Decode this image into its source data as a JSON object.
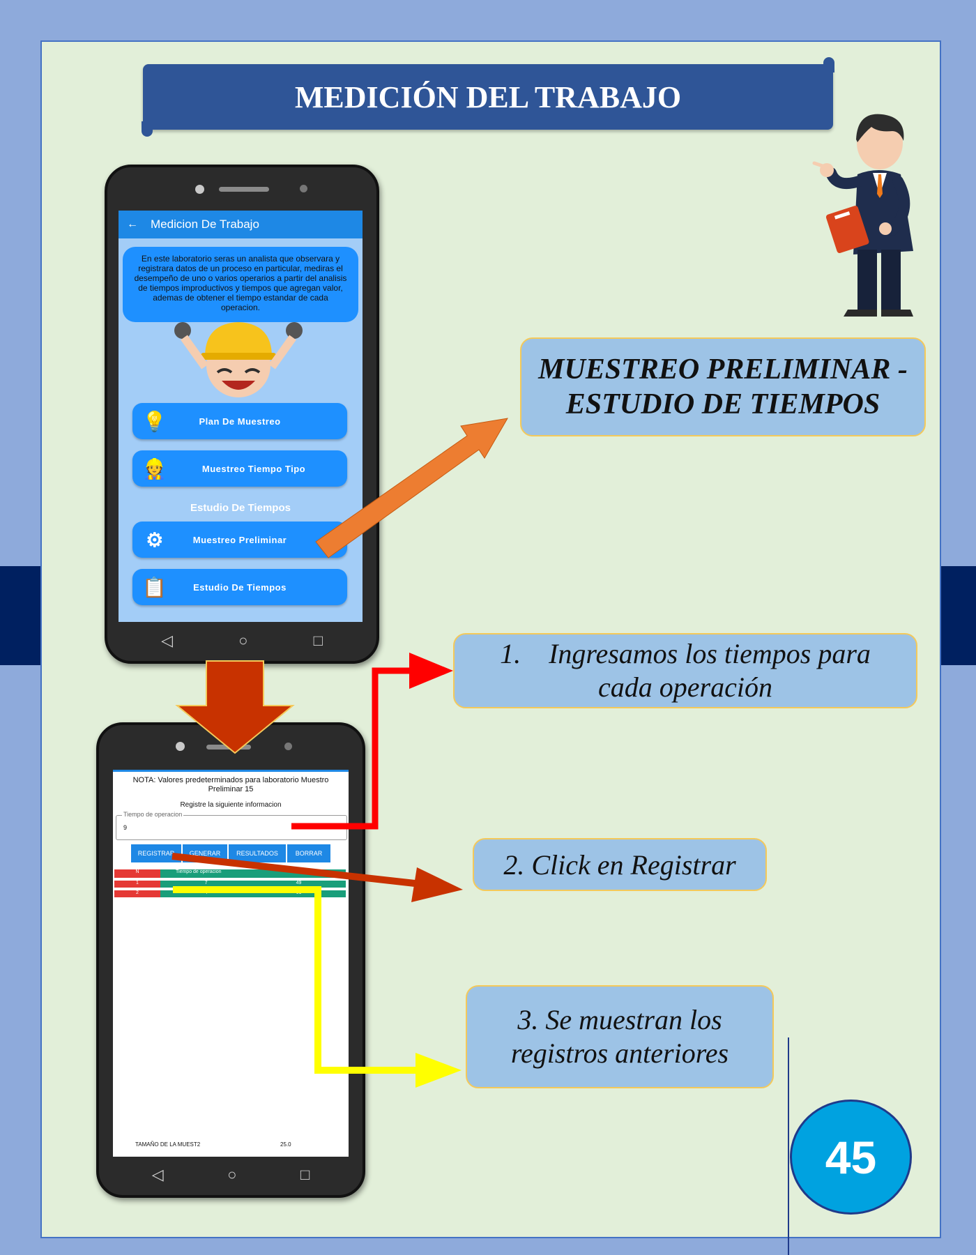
{
  "page": {
    "title": "MEDICIÓN DEL TRABAJO",
    "page_number": "45",
    "colors": {
      "background": "#8eaadb",
      "panel": "#e2efd9",
      "banner": "#2f5597",
      "callout": "#9dc3e6",
      "callout_border": "#f4c95a"
    }
  },
  "callouts": {
    "heading_line1": "MUESTREO PRELIMINAR -",
    "heading_line2": "ESTUDIO DE TIEMPOS",
    "step1_line1": "1.    Ingresamos los tiempos para",
    "step1_line2": "cada operación",
    "step2": "2. Click en Registrar",
    "step3_line1": "3. Se muestran los",
    "step3_line2": "registros anteriores"
  },
  "phone1": {
    "app_bar_back": "←",
    "app_bar_title": "Medicion De Trabajo",
    "intro_text": "En este laboratorio seras un analista que observara y registrara datos de un proceso en particular, mediras el desempeño de uno o varios operarios a partir del analisis de tiempos improductivos y tiempos que agregan valor, ademas de obtener el tiempo estandar de cada operacion.",
    "buttons": [
      {
        "label": "Plan De Muestreo",
        "icon": "lightbulb-chart-icon"
      },
      {
        "label": "Muestreo Tiempo Tipo",
        "icon": "worker-machine-icon"
      },
      {
        "label": "Muestreo Preliminar",
        "icon": "gear-conveyor-icon"
      },
      {
        "label": "Estudio De Tiempos",
        "icon": "clipboard-tools-icon"
      }
    ],
    "section_label": "Estudio De Tiempos",
    "nav": {
      "back": "◁",
      "home": "○",
      "recent": "□"
    }
  },
  "phone2": {
    "note": "NOTA: Valores predeterminados para laboratorio Muestro Preliminar 15",
    "instruction": "Registre la siguiente informacion",
    "field_label": "Tiempo de operacion",
    "field_value": "9",
    "buttons": [
      "REGISTRAR",
      "GENERAR",
      "RESULTADOS",
      "BORRAR"
    ],
    "table_headers": {
      "n": "N",
      "time": "Tiempo de operacion"
    },
    "rows": [
      {
        "n": "1",
        "time": "7",
        "acc": "49"
      },
      {
        "n": "2",
        "time": "4",
        "acc": "61"
      }
    ],
    "footer_label": "TAMAÑO DE LA MUEST2",
    "footer_value": "25.0",
    "nav": {
      "back": "◁",
      "home": "○",
      "recent": "□"
    }
  }
}
